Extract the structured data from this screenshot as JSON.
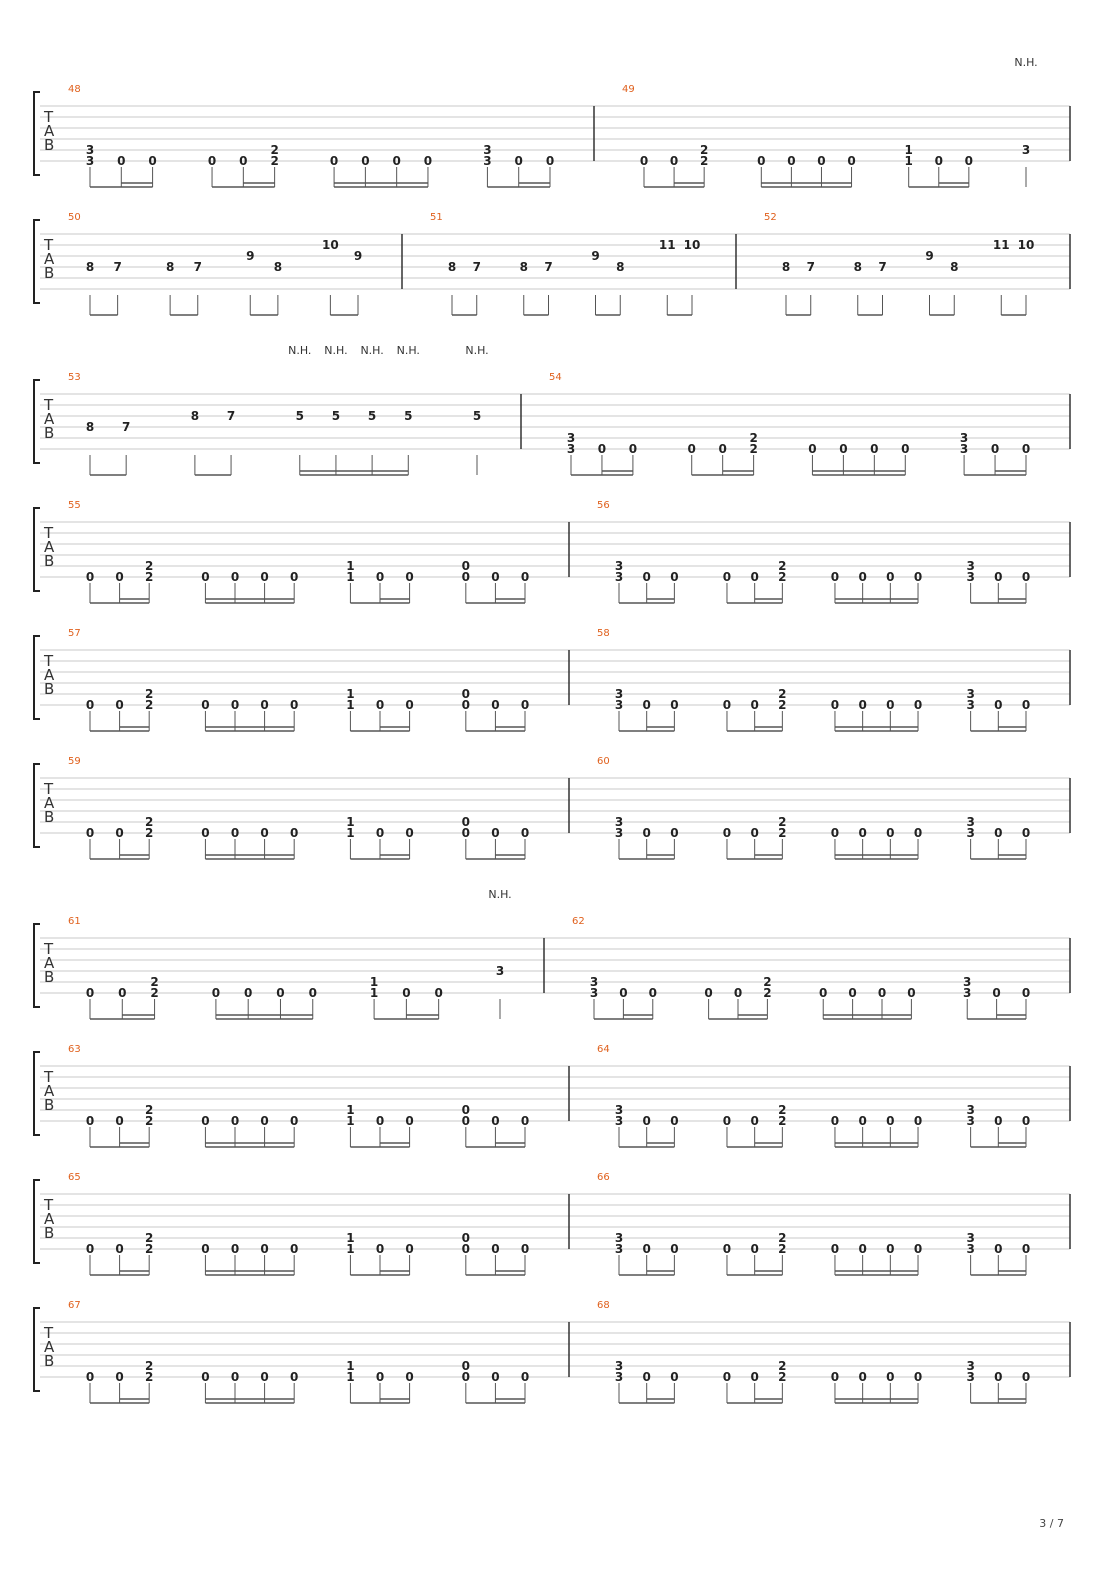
{
  "page_number": "3 / 7",
  "clef_letters": [
    "T",
    "A",
    "B"
  ],
  "annotation": "N.H.",
  "systems": [
    {
      "measures": [
        {
          "number": "48",
          "groups": [
            [
              [
                "3",
                "3"
              ],
              [
                "0"
              ],
              [
                "0"
              ]
            ],
            [
              [
                "0"
              ],
              [
                "0"
              ],
              [
                "2",
                "2"
              ]
            ],
            [
              [
                "0"
              ],
              [
                "0"
              ],
              [
                "0"
              ],
              [
                "0"
              ]
            ],
            [
              [
                "3",
                "3"
              ],
              [
                "0"
              ],
              [
                "0"
              ]
            ]
          ]
        },
        {
          "number": "49",
          "groups": [
            [
              [
                "0"
              ],
              [
                "0"
              ],
              [
                "2",
                "2"
              ]
            ],
            [
              [
                "0"
              ],
              [
                "0"
              ],
              [
                "0"
              ],
              [
                "0"
              ]
            ],
            [
              [
                "1",
                "1"
              ],
              [
                "0"
              ],
              [
                "0"
              ]
            ],
            [
              [
                "3"
              ]
            ]
          ],
          "nh": [
            [
              3,
              0
            ]
          ]
        }
      ]
    },
    {
      "measures": [
        {
          "number": "50",
          "groups": [
            [
              [
                "8"
              ],
              [
                "7"
              ]
            ],
            [
              [
                "8"
              ],
              [
                "7"
              ]
            ],
            [
              [
                "9"
              ],
              [
                "8"
              ]
            ],
            [
              [
                "10"
              ],
              [
                "9"
              ]
            ]
          ]
        },
        {
          "number": "51",
          "groups": [
            [
              [
                "8"
              ],
              [
                "7"
              ]
            ],
            [
              [
                "8"
              ],
              [
                "7"
              ]
            ],
            [
              [
                "9"
              ],
              [
                "8"
              ]
            ],
            [
              [
                "11"
              ],
              [
                "10"
              ]
            ]
          ]
        },
        {
          "number": "52",
          "groups": [
            [
              [
                "8"
              ],
              [
                "7"
              ]
            ],
            [
              [
                "8"
              ],
              [
                "7"
              ]
            ],
            [
              [
                "9"
              ],
              [
                "8"
              ]
            ],
            [
              [
                "11"
              ],
              [
                "10"
              ]
            ]
          ]
        }
      ]
    },
    {
      "measures": [
        {
          "number": "53",
          "groups": [
            [
              [
                "8"
              ],
              [
                "7"
              ]
            ],
            [
              [
                "8"
              ],
              [
                "7"
              ]
            ],
            [
              [
                "5"
              ],
              [
                "5"
              ],
              [
                "5"
              ],
              [
                "5"
              ]
            ],
            [
              [
                "5"
              ]
            ]
          ],
          "nh": [
            [
              2,
              0
            ],
            [
              2,
              1
            ],
            [
              2,
              2
            ],
            [
              2,
              3
            ],
            [
              3,
              0
            ]
          ]
        },
        {
          "number": "54",
          "groups": [
            [
              [
                "3",
                "3"
              ],
              [
                "0"
              ],
              [
                "0"
              ]
            ],
            [
              [
                "0"
              ],
              [
                "0"
              ],
              [
                "2",
                "2"
              ]
            ],
            [
              [
                "0"
              ],
              [
                "0"
              ],
              [
                "0"
              ],
              [
                "0"
              ]
            ],
            [
              [
                "3",
                "3"
              ],
              [
                "0"
              ],
              [
                "0"
              ]
            ]
          ]
        }
      ]
    },
    {
      "measures": [
        {
          "number": "55",
          "groups": [
            [
              [
                "0"
              ],
              [
                "0"
              ],
              [
                "2",
                "2"
              ]
            ],
            [
              [
                "0"
              ],
              [
                "0"
              ],
              [
                "0"
              ],
              [
                "0"
              ]
            ],
            [
              [
                "1",
                "1"
              ],
              [
                "0"
              ],
              [
                "0"
              ]
            ],
            [
              [
                "0",
                "0"
              ],
              [
                "0"
              ],
              [
                "0"
              ]
            ]
          ]
        },
        {
          "number": "56",
          "groups": [
            [
              [
                "3",
                "3"
              ],
              [
                "0"
              ],
              [
                "0"
              ]
            ],
            [
              [
                "0"
              ],
              [
                "0"
              ],
              [
                "2",
                "2"
              ]
            ],
            [
              [
                "0"
              ],
              [
                "0"
              ],
              [
                "0"
              ],
              [
                "0"
              ]
            ],
            [
              [
                "3",
                "3"
              ],
              [
                "0"
              ],
              [
                "0"
              ]
            ]
          ]
        }
      ]
    },
    {
      "measures": [
        {
          "number": "57",
          "groups": [
            [
              [
                "0"
              ],
              [
                "0"
              ],
              [
                "2",
                "2"
              ]
            ],
            [
              [
                "0"
              ],
              [
                "0"
              ],
              [
                "0"
              ],
              [
                "0"
              ]
            ],
            [
              [
                "1",
                "1"
              ],
              [
                "0"
              ],
              [
                "0"
              ]
            ],
            [
              [
                "0",
                "0"
              ],
              [
                "0"
              ],
              [
                "0"
              ]
            ]
          ]
        },
        {
          "number": "58",
          "groups": [
            [
              [
                "3",
                "3"
              ],
              [
                "0"
              ],
              [
                "0"
              ]
            ],
            [
              [
                "0"
              ],
              [
                "0"
              ],
              [
                "2",
                "2"
              ]
            ],
            [
              [
                "0"
              ],
              [
                "0"
              ],
              [
                "0"
              ],
              [
                "0"
              ]
            ],
            [
              [
                "3",
                "3"
              ],
              [
                "0"
              ],
              [
                "0"
              ]
            ]
          ]
        }
      ]
    },
    {
      "measures": [
        {
          "number": "59",
          "groups": [
            [
              [
                "0"
              ],
              [
                "0"
              ],
              [
                "2",
                "2"
              ]
            ],
            [
              [
                "0"
              ],
              [
                "0"
              ],
              [
                "0"
              ],
              [
                "0"
              ]
            ],
            [
              [
                "1",
                "1"
              ],
              [
                "0"
              ],
              [
                "0"
              ]
            ],
            [
              [
                "0",
                "0"
              ],
              [
                "0"
              ],
              [
                "0"
              ]
            ]
          ]
        },
        {
          "number": "60",
          "groups": [
            [
              [
                "3",
                "3"
              ],
              [
                "0"
              ],
              [
                "0"
              ]
            ],
            [
              [
                "0"
              ],
              [
                "0"
              ],
              [
                "2",
                "2"
              ]
            ],
            [
              [
                "0"
              ],
              [
                "0"
              ],
              [
                "0"
              ],
              [
                "0"
              ]
            ],
            [
              [
                "3",
                "3"
              ],
              [
                "0"
              ],
              [
                "0"
              ]
            ]
          ]
        }
      ]
    },
    {
      "measures": [
        {
          "number": "61",
          "groups": [
            [
              [
                "0"
              ],
              [
                "0"
              ],
              [
                "2",
                "2"
              ]
            ],
            [
              [
                "0"
              ],
              [
                "0"
              ],
              [
                "0"
              ],
              [
                "0"
              ]
            ],
            [
              [
                "1",
                "1"
              ],
              [
                "0"
              ],
              [
                "0"
              ]
            ],
            [
              [
                "3"
              ]
            ]
          ],
          "nh": [
            [
              3,
              0
            ]
          ]
        },
        {
          "number": "62",
          "groups": [
            [
              [
                "3",
                "3"
              ],
              [
                "0"
              ],
              [
                "0"
              ]
            ],
            [
              [
                "0"
              ],
              [
                "0"
              ],
              [
                "2",
                "2"
              ]
            ],
            [
              [
                "0"
              ],
              [
                "0"
              ],
              [
                "0"
              ],
              [
                "0"
              ]
            ],
            [
              [
                "3",
                "3"
              ],
              [
                "0"
              ],
              [
                "0"
              ]
            ]
          ]
        }
      ]
    },
    {
      "measures": [
        {
          "number": "63",
          "groups": [
            [
              [
                "0"
              ],
              [
                "0"
              ],
              [
                "2",
                "2"
              ]
            ],
            [
              [
                "0"
              ],
              [
                "0"
              ],
              [
                "0"
              ],
              [
                "0"
              ]
            ],
            [
              [
                "1",
                "1"
              ],
              [
                "0"
              ],
              [
                "0"
              ]
            ],
            [
              [
                "0",
                "0"
              ],
              [
                "0"
              ],
              [
                "0"
              ]
            ]
          ]
        },
        {
          "number": "64",
          "groups": [
            [
              [
                "3",
                "3"
              ],
              [
                "0"
              ],
              [
                "0"
              ]
            ],
            [
              [
                "0"
              ],
              [
                "0"
              ],
              [
                "2",
                "2"
              ]
            ],
            [
              [
                "0"
              ],
              [
                "0"
              ],
              [
                "0"
              ],
              [
                "0"
              ]
            ],
            [
              [
                "3",
                "3"
              ],
              [
                "0"
              ],
              [
                "0"
              ]
            ]
          ]
        }
      ]
    },
    {
      "measures": [
        {
          "number": "65",
          "groups": [
            [
              [
                "0"
              ],
              [
                "0"
              ],
              [
                "2",
                "2"
              ]
            ],
            [
              [
                "0"
              ],
              [
                "0"
              ],
              [
                "0"
              ],
              [
                "0"
              ]
            ],
            [
              [
                "1",
                "1"
              ],
              [
                "0"
              ],
              [
                "0"
              ]
            ],
            [
              [
                "0",
                "0"
              ],
              [
                "0"
              ],
              [
                "0"
              ]
            ]
          ]
        },
        {
          "number": "66",
          "groups": [
            [
              [
                "3",
                "3"
              ],
              [
                "0"
              ],
              [
                "0"
              ]
            ],
            [
              [
                "0"
              ],
              [
                "0"
              ],
              [
                "2",
                "2"
              ]
            ],
            [
              [
                "0"
              ],
              [
                "0"
              ],
              [
                "0"
              ],
              [
                "0"
              ]
            ],
            [
              [
                "3",
                "3"
              ],
              [
                "0"
              ],
              [
                "0"
              ]
            ]
          ]
        }
      ]
    },
    {
      "measures": [
        {
          "number": "67",
          "groups": [
            [
              [
                "0"
              ],
              [
                "0"
              ],
              [
                "2",
                "2"
              ]
            ],
            [
              [
                "0"
              ],
              [
                "0"
              ],
              [
                "0"
              ],
              [
                "0"
              ]
            ],
            [
              [
                "1",
                "1"
              ],
              [
                "0"
              ],
              [
                "0"
              ]
            ],
            [
              [
                "0",
                "0"
              ],
              [
                "0"
              ],
              [
                "0"
              ]
            ]
          ]
        },
        {
          "number": "68",
          "groups": [
            [
              [
                "3",
                "3"
              ],
              [
                "0"
              ],
              [
                "0"
              ]
            ],
            [
              [
                "0"
              ],
              [
                "0"
              ],
              [
                "2",
                "2"
              ]
            ],
            [
              [
                "0"
              ],
              [
                "0"
              ],
              [
                "0"
              ],
              [
                "0"
              ]
            ],
            [
              [
                "3",
                "3"
              ],
              [
                "0"
              ],
              [
                "0"
              ]
            ]
          ]
        }
      ]
    }
  ]
}
